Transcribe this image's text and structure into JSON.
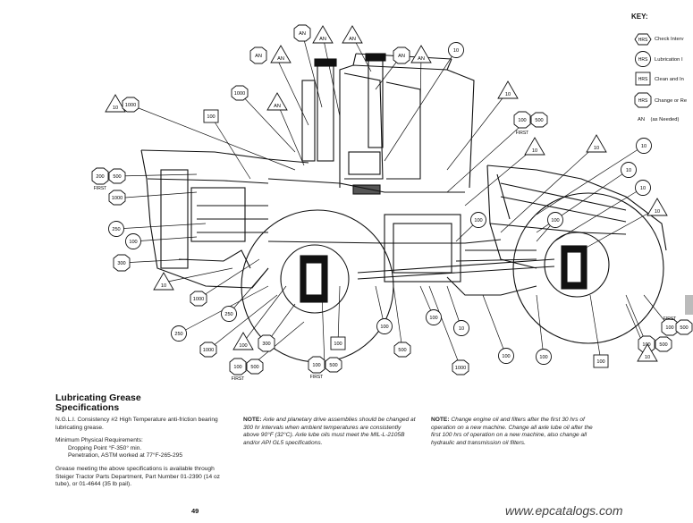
{
  "key": {
    "title": "KEY:",
    "items": [
      {
        "code": "HRS",
        "label": "Check Interv"
      },
      {
        "code": "HRS",
        "label": "Lubrication I"
      },
      {
        "code": "HRS",
        "label": "Clean and In"
      },
      {
        "code": "HRS",
        "label": "Change or Re"
      }
    ],
    "an_code": "AN",
    "an_label": "(as Needed)"
  },
  "callouts": {
    "an": "AN",
    "v10": "10",
    "v100": "100",
    "v200": "200",
    "v250": "250",
    "v300": "300",
    "v500": "500",
    "v1000": "1000",
    "first": "FIRST"
  },
  "heading": {
    "line1": "Lubricating Grease",
    "line2": "Specifications"
  },
  "col1": {
    "p1": "N.G.L.I. Consistency #2 High Temperature anti-friction bearing lubricating grease.",
    "p2": "Minimum Physical Requirements:",
    "p2a": "Dropping Point °F-350° min.",
    "p2b": "Penetration, ASTM worked at 77°F-265-295",
    "p3": "Grease meeting the above specifications is available through Steiger Tractor Parts Department, Part Number 01-2390 (14 oz tube), or 01-4644 (35 lb pail)."
  },
  "col2": {
    "label": "NOTE:",
    "text": " Axle and planetary drive assemblies should be changed at 300 hr intervals when ambient temperatures are consistently above 90°F (32°C). Axle lube oils must meet the MIL-L-2105B and/or API GL5 specifications."
  },
  "col3": {
    "label": "NOTE:",
    "text": " Change engine oil and filters after the first 30 hrs of operation on a new machine. Change all axle lube oil after the first 100 hrs of operation on a new machine, also change all hydraulic and transmission oil filters."
  },
  "page_number": "49",
  "watermark": "www.epcatalogs.com"
}
